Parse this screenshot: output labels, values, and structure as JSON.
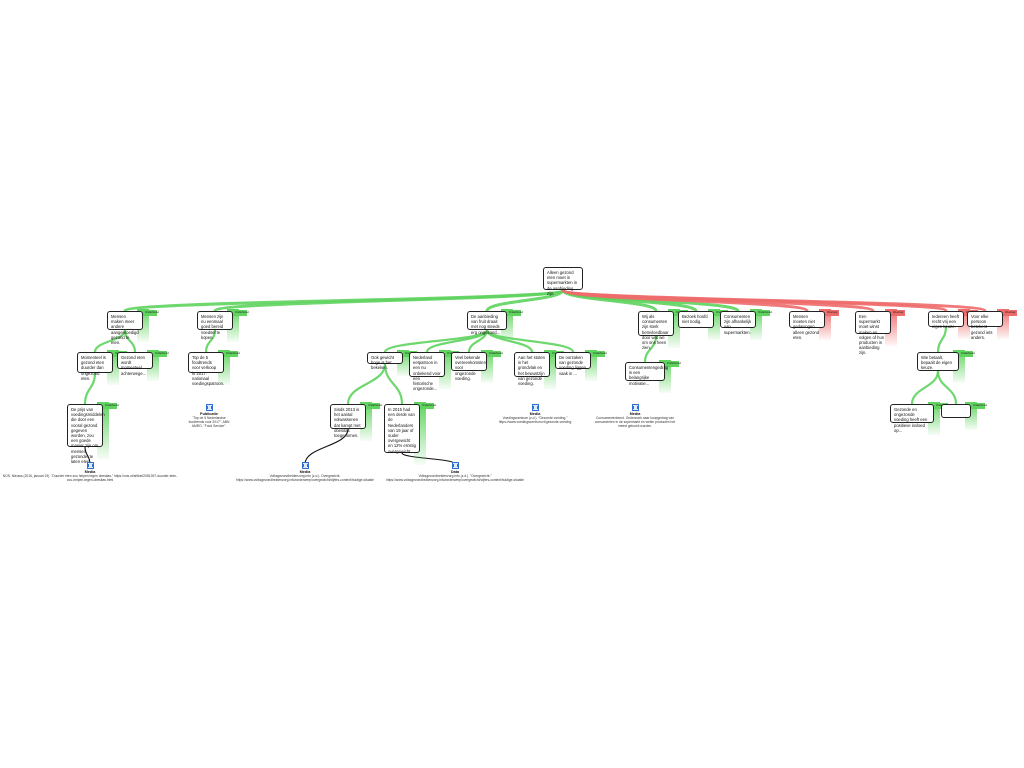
{
  "colors": {
    "pro": "#5ed35e",
    "con": "#ee6b6b",
    "border": "#222222"
  },
  "tags": {
    "pro": "Onderbouwt",
    "con": "Weerlegt"
  },
  "nodes": [
    {
      "id": "root",
      "text": "Alleen gezond eten moet in supermarkten in de aanbieding zijn.",
      "type": "root"
    },
    {
      "id": "p1",
      "text": "Mensen maken meer andere aangemoedigd gezond te eten.",
      "type": "pro"
    },
    {
      "id": "p2",
      "text": "Mensen zijn nu eenmaal goed bereid voedsel te kopen.",
      "type": "pro"
    },
    {
      "id": "p3",
      "text": "De aanbieding van fruit draait met nog steeds erg ongezond...",
      "type": "pro"
    },
    {
      "id": "p4",
      "text": "Wij als consumenten zijn sterk beïnvloedbaar door wat we om ons heen zien.",
      "type": "pro"
    },
    {
      "id": "c1",
      "text": "Bezoek hoofd niet nodig.",
      "type": "pro"
    },
    {
      "id": "c2",
      "text": "Consumenten zijn afhankelijk van supermarkten.",
      "type": "pro"
    },
    {
      "id": "c3",
      "text": "Mensen moeten niet gedwongen alleen gezond eten.",
      "type": "con"
    },
    {
      "id": "c4",
      "text": "Een supermarkt moet winst maken en volgen of hun producten in aanbieding zijn.",
      "type": "con"
    },
    {
      "id": "c5",
      "text": "Iedereen heeft recht vrij een eigen keuze.",
      "type": "con"
    },
    {
      "id": "c6",
      "text": "Voor elke persoon betekent gezond iets anders.",
      "type": "con"
    },
    {
      "id": "p1a",
      "text": "Momenteel is gezond eten duurder dan ongezond eten.",
      "type": "pro"
    },
    {
      "id": "p1b",
      "text": "Gezond eten wordt momenteel achterwege...",
      "type": "pro"
    },
    {
      "id": "p2a",
      "text": "Top de 5 foodtrends voor verkoop in 2017: nationaal voedingspatroon.",
      "type": "pro"
    },
    {
      "id": "p3a",
      "text": "Ook gewicht hoge is het bekeken.",
      "type": "pro"
    },
    {
      "id": "p3b",
      "text": "Nederland eetpatroon in een nu onbekend voor een historische ongezonde...",
      "type": "pro"
    },
    {
      "id": "p3c",
      "text": "Veel bekende overeenkomsten voor ongezonde voeding.",
      "type": "pro"
    },
    {
      "id": "p3d",
      "text": "Aan het stoten in het grondvlak en het bewustzijn van gezonde voeding.",
      "type": "pro"
    },
    {
      "id": "p3e",
      "text": "De oorzaken van gezonde voeding liggen vaak in ...",
      "type": "pro"
    },
    {
      "id": "p4a",
      "text": "Consumentengedrag is een belangrijke motivatie...",
      "type": "pro"
    },
    {
      "id": "c5a",
      "text": "Wie betaalt, bepaalt de eigen keuze.",
      "type": "pro"
    },
    {
      "id": "p1a1",
      "text": "De prijs van voedingsmiddelen die door een vooral gezond gegeven worden, zou een goede manier zijn om mensen gezonder te laten eten.",
      "type": "pro"
    },
    {
      "id": "p3a1",
      "text": "Sinds 2013 is het aantal volwassenen dat kampt met obesitas toegenomen.",
      "type": "pro"
    },
    {
      "id": "p3a2",
      "text": "In 2015 had een derde van de Nederlanders van 19 jaar of ouder overgewicht en 12% ernstig overgewicht.",
      "type": "pro"
    },
    {
      "id": "c5a1",
      "text": "Gezonde en ongezonde voeding heeft een positieve invloed op...",
      "type": "pro"
    },
    {
      "id": "c5a2",
      "text": "",
      "type": "pro"
    }
  ],
  "sources": [
    {
      "id": "s1",
      "kind": "Media",
      "ref": "NOS, Nieuws (2016, januari 19). \"Duurder eten zou helpen tegen obesitas.\" https://nos.nl/artikel/2081397-duurder-eten-zou-helpen-tegen-obesitas.html"
    },
    {
      "id": "s2",
      "kind": "Publicatie",
      "ref": "\"Top de 5 Nederlandse foodtrends voor 2017\". ABN AMRO. \"Food Service\"."
    },
    {
      "id": "s3",
      "kind": "Media",
      "ref": "Volksgezondheidenzorg.info (z.d.). Overgewicht. https://www.volksgezondheidenzorg.info/onderwerp/overgewicht/cijfers-context/huidige-situatie"
    },
    {
      "id": "s4",
      "kind": "Data",
      "ref": "Volksgezondheidenzorg.info (z.d.). \"Overgewicht.\" https://www.volksgezondheidenzorg.info/onderwerp/overgewicht/cijfers-context/huidige-situatie"
    },
    {
      "id": "s5",
      "kind": "Media",
      "ref": "Voedingscentrum (z.d.). \"Gezonde voeding.\" https://www.voedingscentrum.nl/gezonde-voeding"
    },
    {
      "id": "s6",
      "kind": "Media",
      "ref": "Consumentenbond. Onderzoek naar koopgedrag van consumenten in de supermarkt en welke producten het meest gekocht worden."
    }
  ]
}
